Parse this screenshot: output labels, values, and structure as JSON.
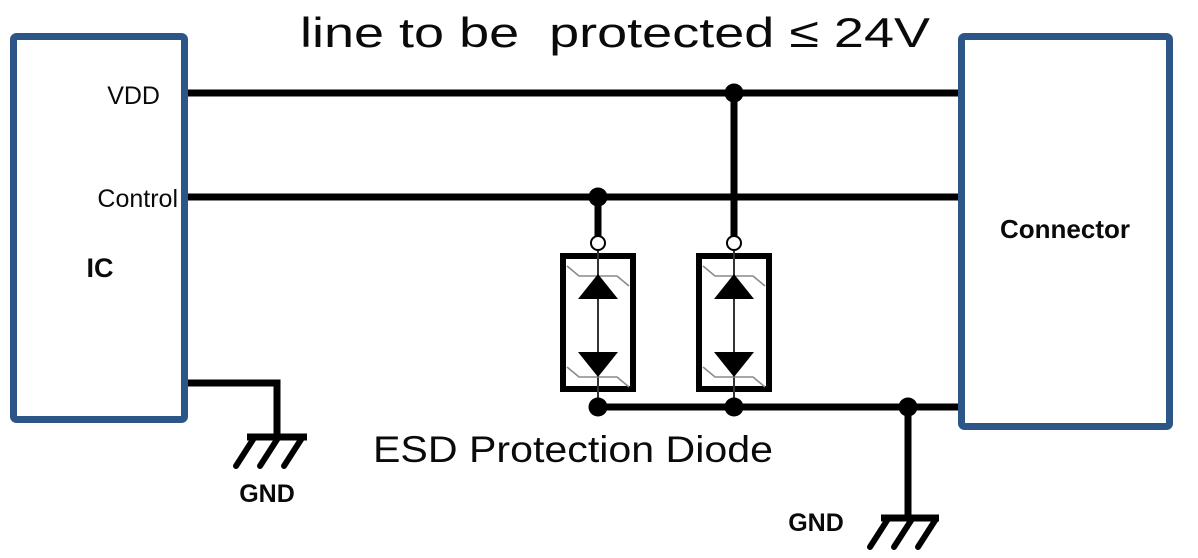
{
  "diagram": {
    "title": "line to be  protected ≤ 24V",
    "ic": {
      "label": "IC",
      "vdd_pin": "VDD",
      "control_pin": "Control"
    },
    "connector": {
      "label": "Connector"
    },
    "esd_label": "ESD Protection Diode",
    "ground_left_label": "GND",
    "ground_right_label": "GND",
    "colors": {
      "box_border": "#2B5687",
      "wire": "#000000",
      "background": "#FFFFFF"
    }
  }
}
